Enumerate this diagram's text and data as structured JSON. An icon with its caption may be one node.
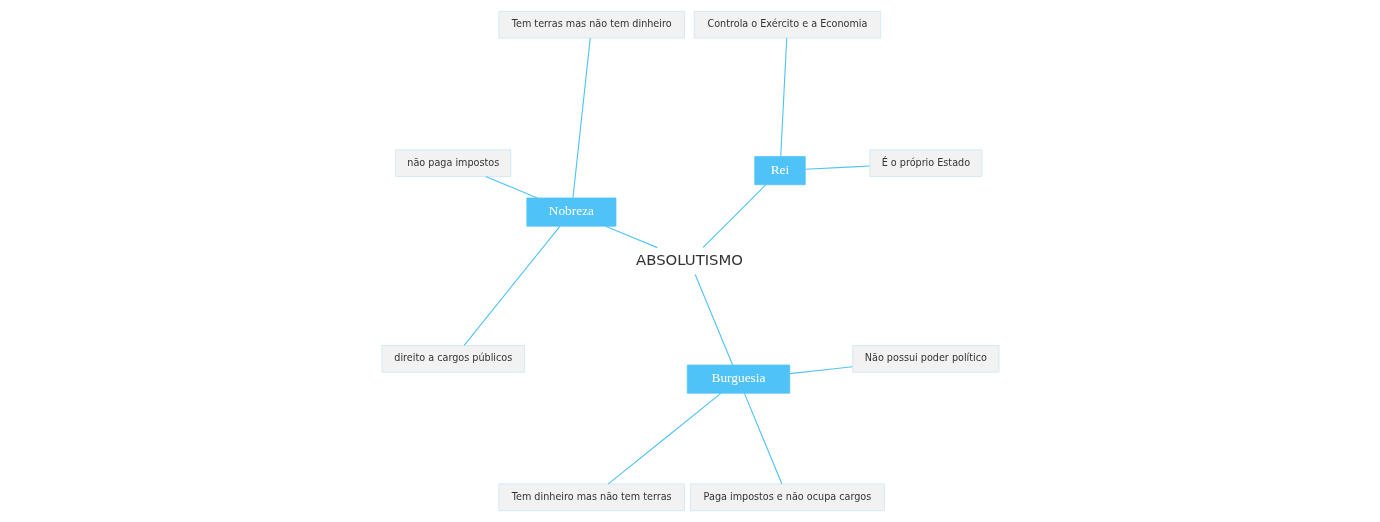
{
  "diagram": {
    "nodes": [
      {
        "text": [
          "ABSOLUTISMO"
        ]
      },
      {
        "text": [
          "Rei"
        ]
      },
      {
        "text": [
          "É o próprio Estado"
        ]
      },
      {
        "text": [
          "Controla o Exército e a Economia"
        ]
      },
      {
        "text": [
          "Nobreza"
        ]
      },
      {
        "text": [
          "Tem terras mas não tem dinheiro"
        ]
      },
      {
        "text": [
          "não paga impostos"
        ]
      },
      {
        "text": [
          "direito a cargos públicos"
        ]
      },
      {
        "text": [
          "Burguesia"
        ]
      },
      {
        "text": [
          "Tem dinheiro mas não tem terras"
        ]
      },
      {
        "text": [
          "Paga impostos e não ocupa cargos"
        ]
      },
      {
        "text": [
          "Não possui poder político"
        ]
      }
    ],
    "edges": [
      {
        "from": 0,
        "to": 1,
        "arrow": "none"
      },
      {
        "from": 1,
        "to": 2,
        "arrow": "none"
      },
      {
        "from": 1,
        "to": 3,
        "arrow": "none"
      },
      {
        "from": 0,
        "to": 4,
        "arrow": "none"
      },
      {
        "from": 4,
        "to": 5,
        "arrow": "none"
      },
      {
        "from": 4,
        "to": 6,
        "arrow": "none"
      },
      {
        "from": 4,
        "to": 7,
        "arrow": "none"
      },
      {
        "from": 0,
        "to": 8,
        "arrow": "none"
      },
      {
        "from": 8,
        "to": 9,
        "arrow": "none"
      },
      {
        "from": 8,
        "to": 10,
        "arrow": "none"
      },
      {
        "from": 8,
        "to": 11,
        "arrow": "none"
      }
    ]
  }
}
